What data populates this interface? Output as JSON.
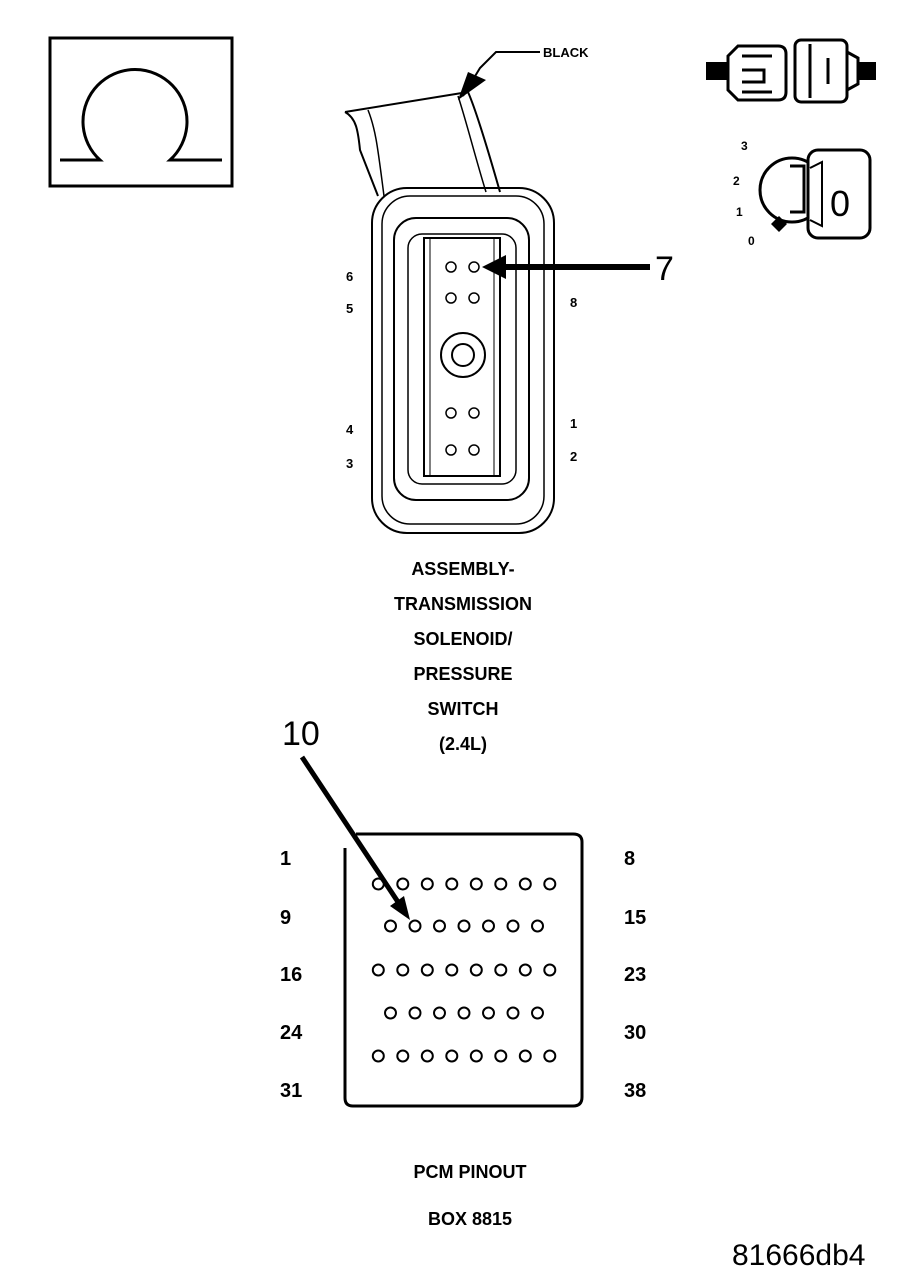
{
  "wire_label": "BLACK",
  "connector": {
    "callout": "7",
    "pins_left": [
      "6",
      "5",
      "4",
      "3"
    ],
    "pins_right": [
      "8",
      "1",
      "2"
    ],
    "title_lines": [
      "ASSEMBLY-",
      "TRANSMISSION",
      "SOLENOID/",
      "PRESSURE",
      "SWITCH",
      "(2.4L)"
    ]
  },
  "pcm": {
    "callout": "10",
    "rows": [
      {
        "left": "1",
        "right": "8",
        "pins": 8
      },
      {
        "left": "9",
        "right": "15",
        "pins": 7
      },
      {
        "left": "16",
        "right": "23",
        "pins": 8
      },
      {
        "left": "24",
        "right": "30",
        "pins": 7
      },
      {
        "left": "31",
        "right": "38",
        "pins": 8
      }
    ],
    "title_lines": [
      "PCM PINOUT",
      "BOX 8815"
    ]
  },
  "ohmmeter": {
    "symbol": "Ω",
    "range_labels": [
      "3",
      "2",
      "1",
      "0"
    ],
    "selected": "0"
  },
  "figure_id": "81666db4"
}
